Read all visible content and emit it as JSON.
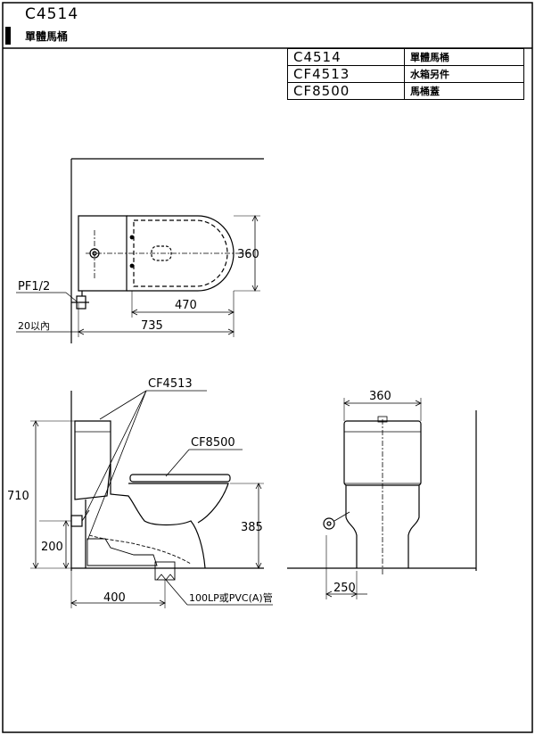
{
  "header": {
    "model_code": "C4514",
    "model_name": "單體馬桶"
  },
  "parts_table": [
    {
      "code": "C4514",
      "desc": "單體馬桶"
    },
    {
      "code": "CF4513",
      "desc": "水箱另件"
    },
    {
      "code": "CF8500",
      "desc": "馬桶蓋"
    }
  ],
  "top_view": {
    "dim_width": "360",
    "dim_seat": "470",
    "dim_total": "735",
    "dim_wall": "20以內",
    "label_supply": "PF1/2"
  },
  "side_view": {
    "dim_height": "710",
    "dim_supply_height": "200",
    "dim_seat_height": "385",
    "dim_rough_in": "400",
    "label_tank_parts": "CF4513",
    "label_seat": "CF8500",
    "label_drain": "100LP或PVC(A)管"
  },
  "front_view": {
    "dim_width": "360",
    "dim_base": "250"
  }
}
